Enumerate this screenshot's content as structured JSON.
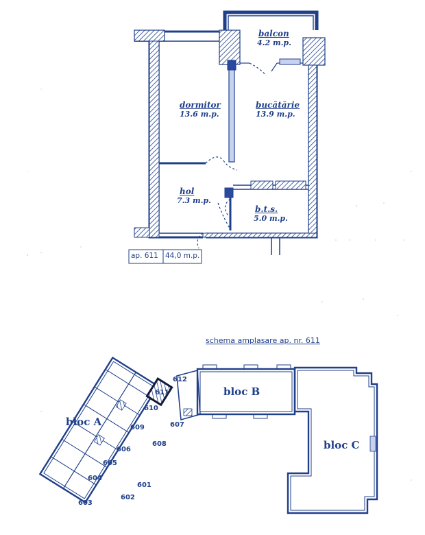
{
  "colors": {
    "ink": "#1f3f8a",
    "hatch": "#c7d2f0",
    "accent_dark": "#2a4aa0"
  },
  "rooms": [
    {
      "key": "balcon",
      "name": "balcon",
      "area": "4.2 m.p."
    },
    {
      "key": "dormitor",
      "name": "dormitor",
      "area": "13.6 m.p."
    },
    {
      "key": "bucatarie",
      "name": "bucătărie",
      "area": "13.9 m.p."
    },
    {
      "key": "hol",
      "name": "hol",
      "area": "7.3 m.p."
    },
    {
      "key": "bts",
      "name": "b.t.s.",
      "area": "5.0 m.p."
    }
  ],
  "apartment_tag": {
    "id": "ap. 611",
    "area": "44,0 m.p."
  },
  "schema_title": "schema amplasare ap. nr. 611",
  "blocks": {
    "a": "bloc A",
    "b": "bloc B",
    "c": "bloc C"
  },
  "apartments": [
    "612",
    "611",
    "610",
    "609",
    "607",
    "608",
    "606",
    "605",
    "604",
    "601",
    "603",
    "602"
  ]
}
